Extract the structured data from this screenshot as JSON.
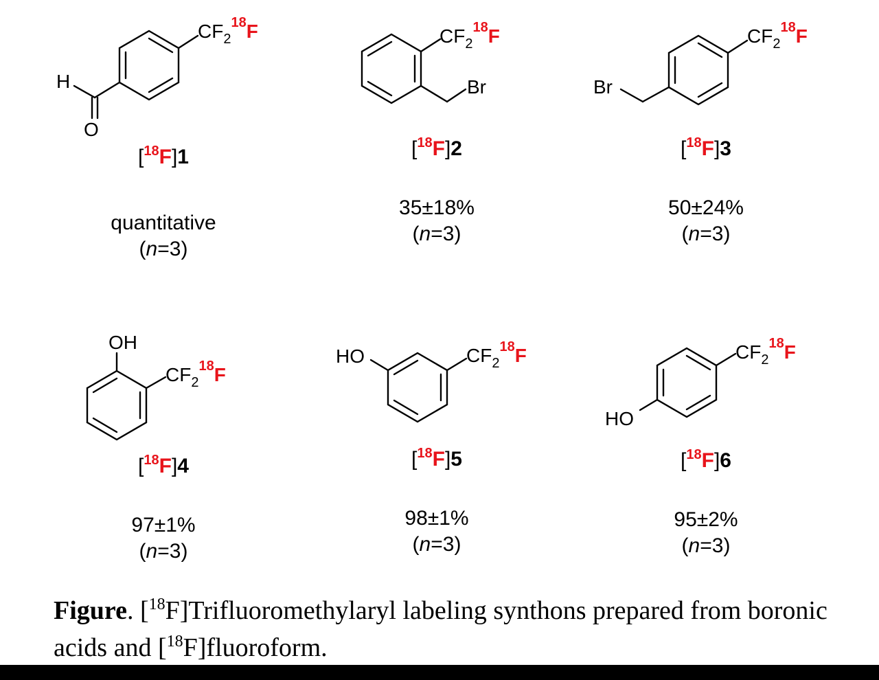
{
  "compounds": [
    {
      "label": {
        "open": "[",
        "iso": "18",
        "elem": "F",
        "close": "]",
        "num": "1"
      },
      "yield": "quantitative",
      "n_open": "(",
      "n_var": "n",
      "n_rest": "=3)",
      "atoms": {
        "group": "CF",
        "sub": "2",
        "iso": "18",
        "red": "F",
        "a": "H",
        "b": "O"
      }
    },
    {
      "label": {
        "open": "[",
        "iso": "18",
        "elem": "F",
        "close": "]",
        "num": "2"
      },
      "yield": "35±18%",
      "n_open": "(",
      "n_var": "n",
      "n_rest": "=3)",
      "atoms": {
        "group": "CF",
        "sub": "2",
        "iso": "18",
        "red": "F",
        "a": "Br"
      }
    },
    {
      "label": {
        "open": "[",
        "iso": "18",
        "elem": "F",
        "close": "]",
        "num": "3"
      },
      "yield": "50±24%",
      "n_open": "(",
      "n_var": "n",
      "n_rest": "=3)",
      "atoms": {
        "group": "CF",
        "sub": "2",
        "iso": "18",
        "red": "F",
        "a": "Br"
      }
    },
    {
      "label": {
        "open": "[",
        "iso": "18",
        "elem": "F",
        "close": "]",
        "num": "4"
      },
      "yield": "97±1%",
      "n_open": "(",
      "n_var": "n",
      "n_rest": "=3)",
      "atoms": {
        "group": "CF",
        "sub": "2",
        "iso": "18",
        "red": "F",
        "a": "OH"
      }
    },
    {
      "label": {
        "open": "[",
        "iso": "18",
        "elem": "F",
        "close": "]",
        "num": "5"
      },
      "yield": "98±1%",
      "n_open": "(",
      "n_var": "n",
      "n_rest": "=3)",
      "atoms": {
        "group": "CF",
        "sub": "2",
        "iso": "18",
        "red": "F",
        "a": "HO"
      }
    },
    {
      "label": {
        "open": "[",
        "iso": "18",
        "elem": "F",
        "close": "]",
        "num": "6"
      },
      "yield": "95±2%",
      "n_open": "(",
      "n_var": "n",
      "n_rest": "=3)",
      "atoms": {
        "group": "CF",
        "sub": "2",
        "iso": "18",
        "red": "F",
        "a": "HO"
      }
    }
  ],
  "caption": {
    "bold": "Figure",
    "t1": ".  [",
    "sup1": "18",
    "t2": "F]Trifluoromethylaryl labeling synthons prepared from boronic acids and [",
    "sup2": "18",
    "t3": "F]fluoroform."
  },
  "colors": {
    "accent_red": "#e8141b",
    "bond": "#000000"
  }
}
